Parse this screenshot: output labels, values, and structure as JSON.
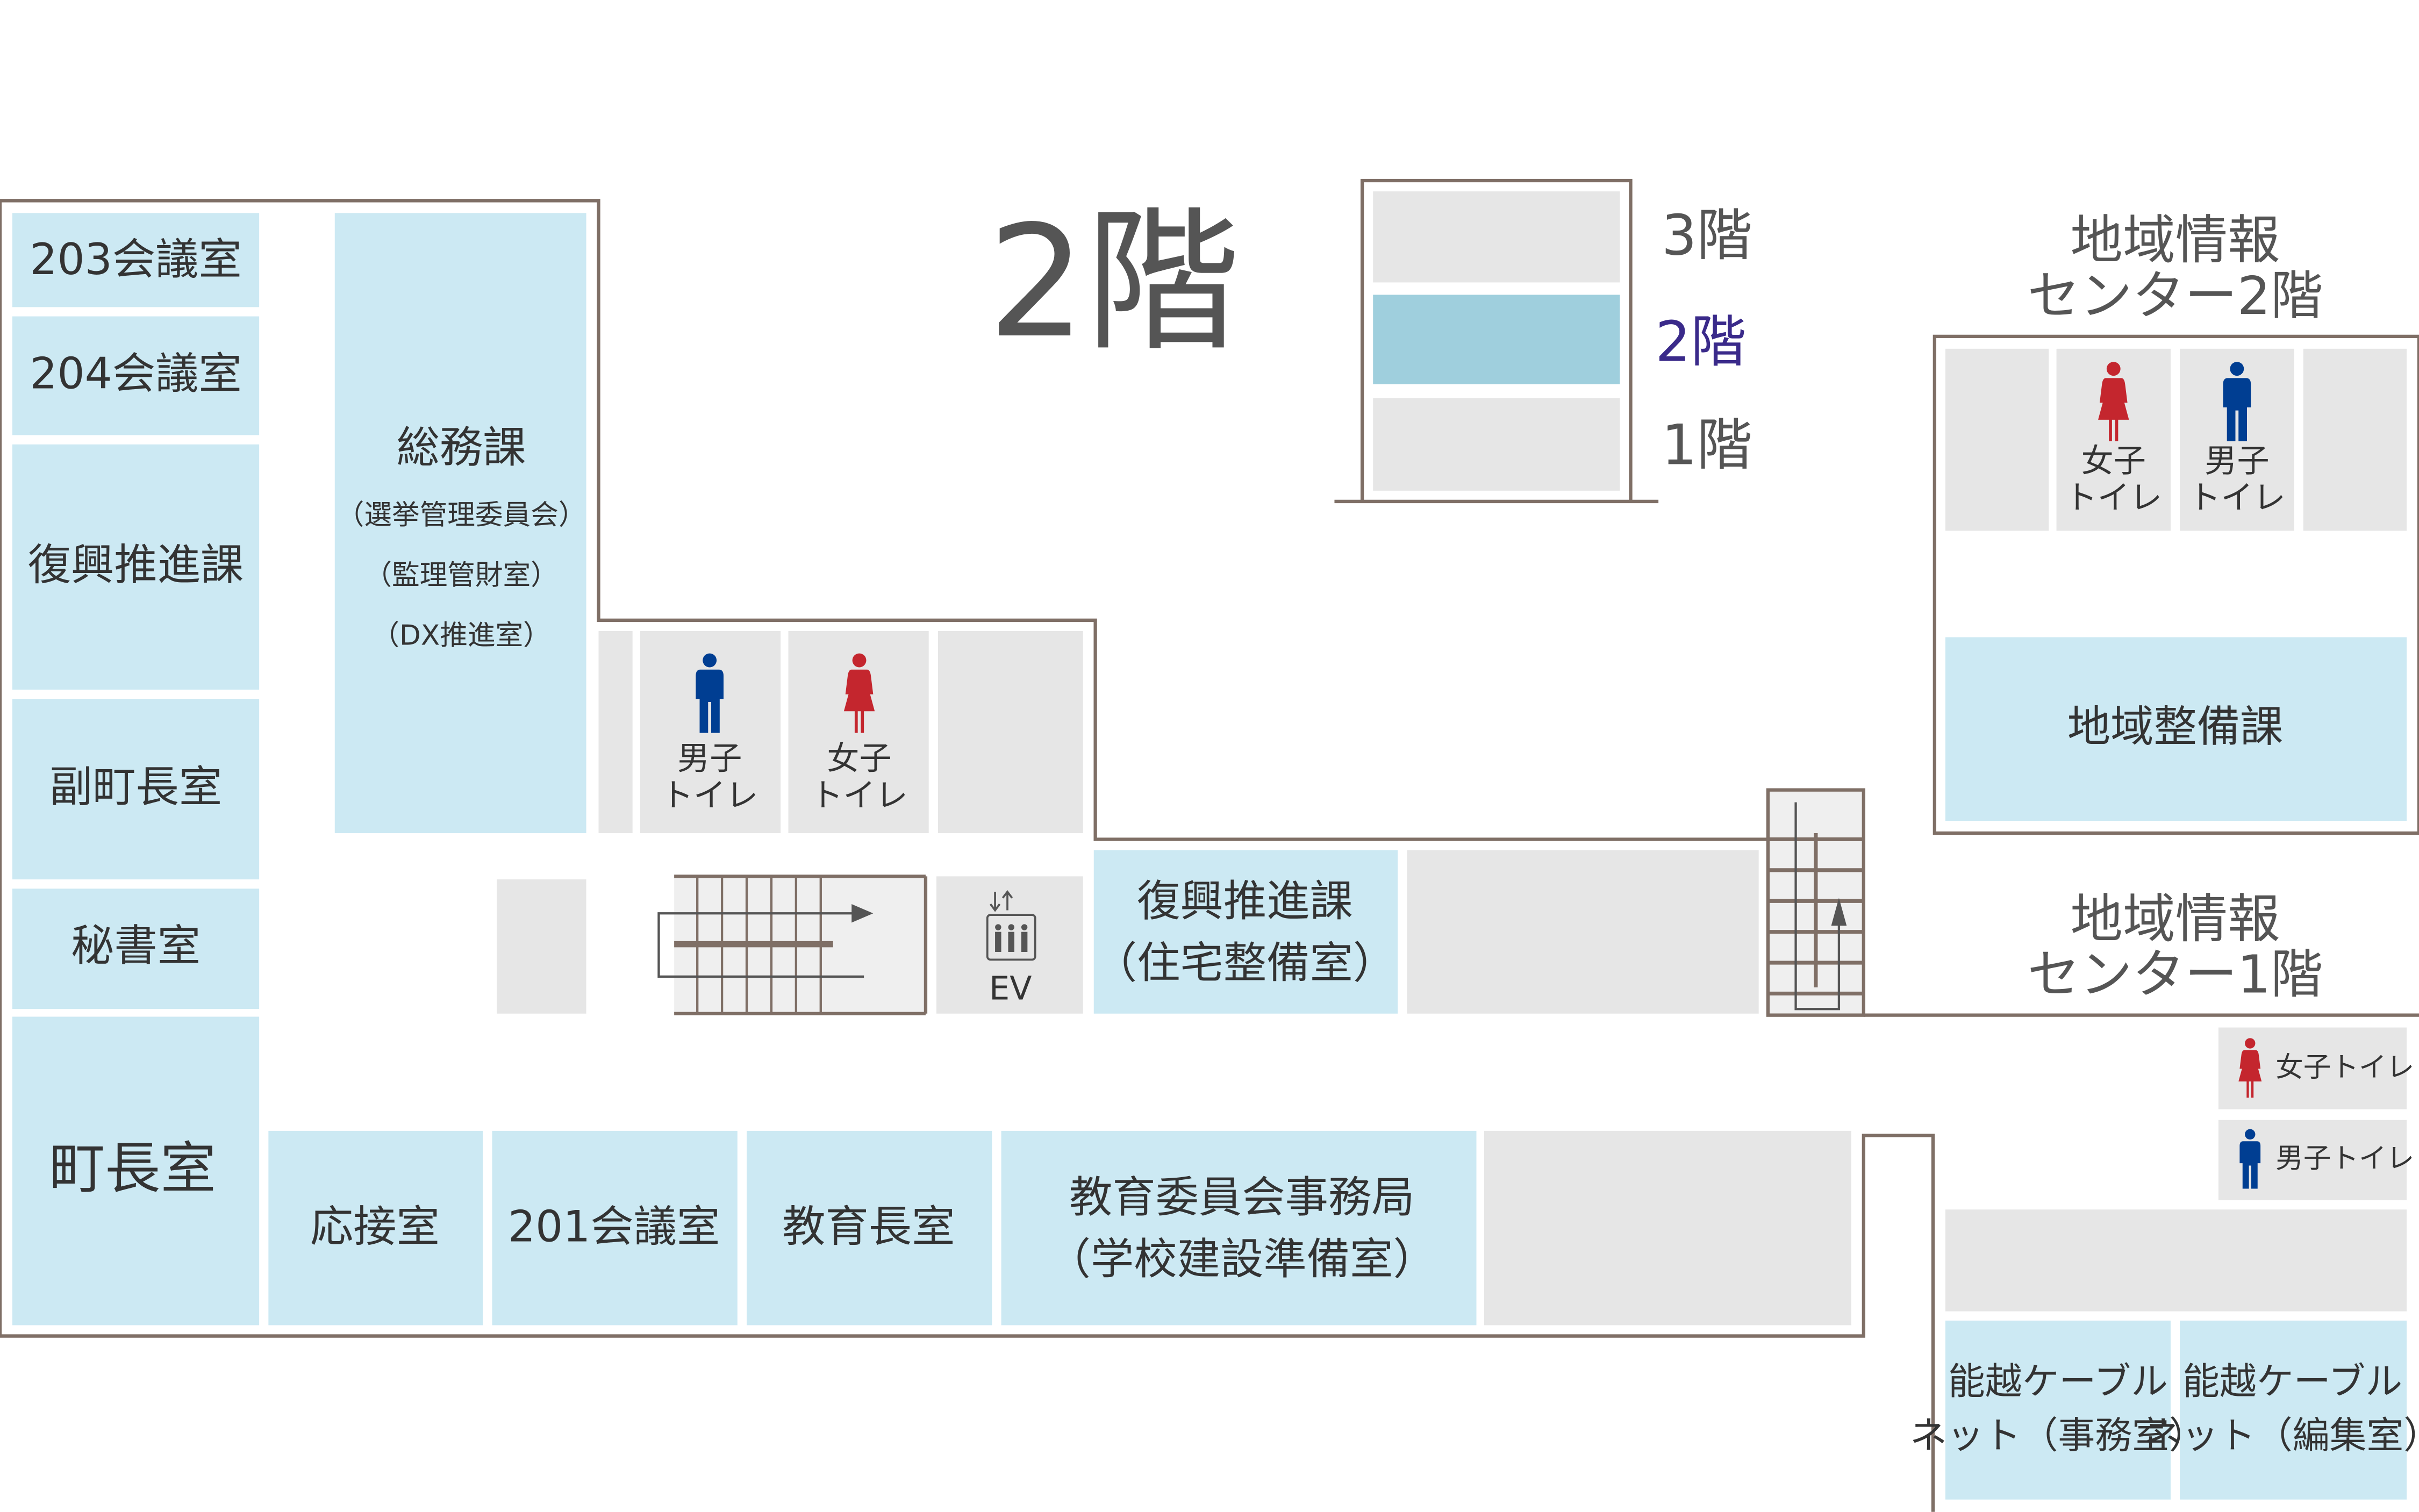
{
  "title": "2階",
  "colors": {
    "room_blue": "#cce9f3",
    "room_gray": "#e6e6e6",
    "wall": "#7f6f66",
    "current_floor": "#3a2a8a",
    "current_floor_fill": "#9fcfdd",
    "male": "#003e92",
    "female": "#c4262e"
  },
  "floor_selector": {
    "floors": [
      {
        "label": "3階",
        "current": false
      },
      {
        "label": "2階",
        "current": true
      },
      {
        "label": "1階",
        "current": false
      }
    ]
  },
  "rooms": {
    "r203": "203会議室",
    "r204": "204会議室",
    "fukko": "復興推進課",
    "fukuchoucho": "副町長室",
    "hisho": "秘書室",
    "chouchou": "町長室",
    "somu": {
      "name": "総務課",
      "sub1": "（選挙管理委員会）",
      "sub2": "（監理管財室）",
      "sub3": "（DX推進室）"
    },
    "male_wc": {
      "l1": "男子",
      "l2": "トイレ"
    },
    "female_wc": {
      "l1": "女子",
      "l2": "トイレ"
    },
    "ev": "EV",
    "fukko2": {
      "l1": "復興推進課",
      "l2": "（住宅整備室）"
    },
    "osetsu": "応接室",
    "r201": "201会議室",
    "kyoikucho": "教育長室",
    "kyoiku_iinkai": {
      "l1": "教育委員会事務局",
      "l2": "（学校建設準備室）"
    }
  },
  "annex2": {
    "label_l1": "地域情報",
    "label_l2": "センター2階",
    "female_wc": {
      "l1": "女子",
      "l2": "トイレ"
    },
    "male_wc": {
      "l1": "男子",
      "l2": "トイレ"
    },
    "chiiki_seibi": "地域整備課"
  },
  "annex1": {
    "label_l1": "地域情報",
    "label_l2": "センター1階",
    "female_wc": "女子トイレ",
    "male_wc": "男子トイレ",
    "cable1": {
      "l1": "能越ケーブル",
      "l2": "ネット（事務室）"
    },
    "cable2": {
      "l1": "能越ケーブル",
      "l2": "ネット（編集室）"
    }
  }
}
